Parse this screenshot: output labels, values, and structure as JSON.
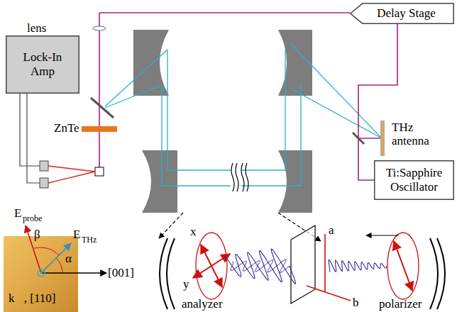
{
  "diagram": {
    "nodes": [
      {
        "text": [
          "Delay Stage"
        ]
      },
      {
        "text": [
          "Lock-In Amp"
        ]
      },
      {
        "text": [
          "Ti:Sapphire Oscillator"
        ]
      }
    ],
    "edges": [
      {
        "from": 2,
        "to": 0,
        "arrow": "none"
      }
    ],
    "labels": [
      "lens",
      "ZnTe",
      "THz antenna",
      "E",
      "probe",
      "β",
      "E",
      "THz",
      "α",
      "[001]",
      "k⃗, [110]",
      "x",
      "y",
      "a",
      "b",
      "analyzer",
      "polarizer"
    ]
  }
}
